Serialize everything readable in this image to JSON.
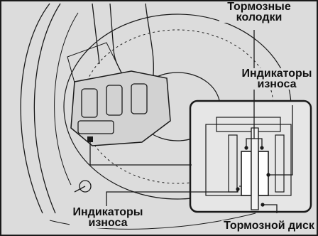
{
  "labels": {
    "brake_pads": {
      "line1": "Тормозные",
      "line2": "колодки"
    },
    "wear_indicators_right": {
      "line1": "Индикаторы",
      "line2": "износа"
    },
    "wear_indicators_left": {
      "line1": "Индикаторы",
      "line2": "износа"
    },
    "brake_disc": {
      "text": "Тормозной диск"
    }
  },
  "colors": {
    "background": "#dcdcdc",
    "line": "#1a1a1a",
    "inset_background": "#e6e6e6"
  }
}
